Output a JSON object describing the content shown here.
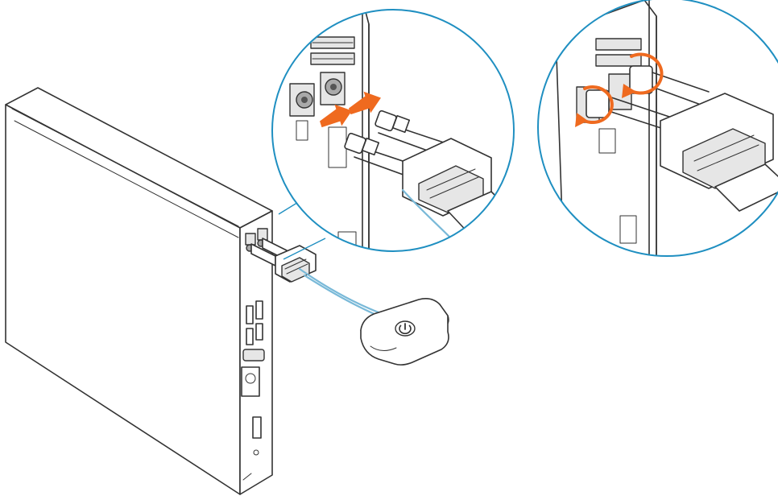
{
  "figure": {
    "kind": "installation-illustration",
    "steps": [
      "connect-antenna-cables",
      "tighten-connectors"
    ]
  },
  "colors": {
    "line": "#333333",
    "shade": "#e6e6e6",
    "callout": "#1f8fc1",
    "accent": "#ef6a1f",
    "cable": "#79b9d8"
  },
  "icons": {
    "insert_arrow": "arrow-right-icon",
    "rotate_arrow": "rotate-clockwise-icon",
    "button": "power-button-icon"
  }
}
